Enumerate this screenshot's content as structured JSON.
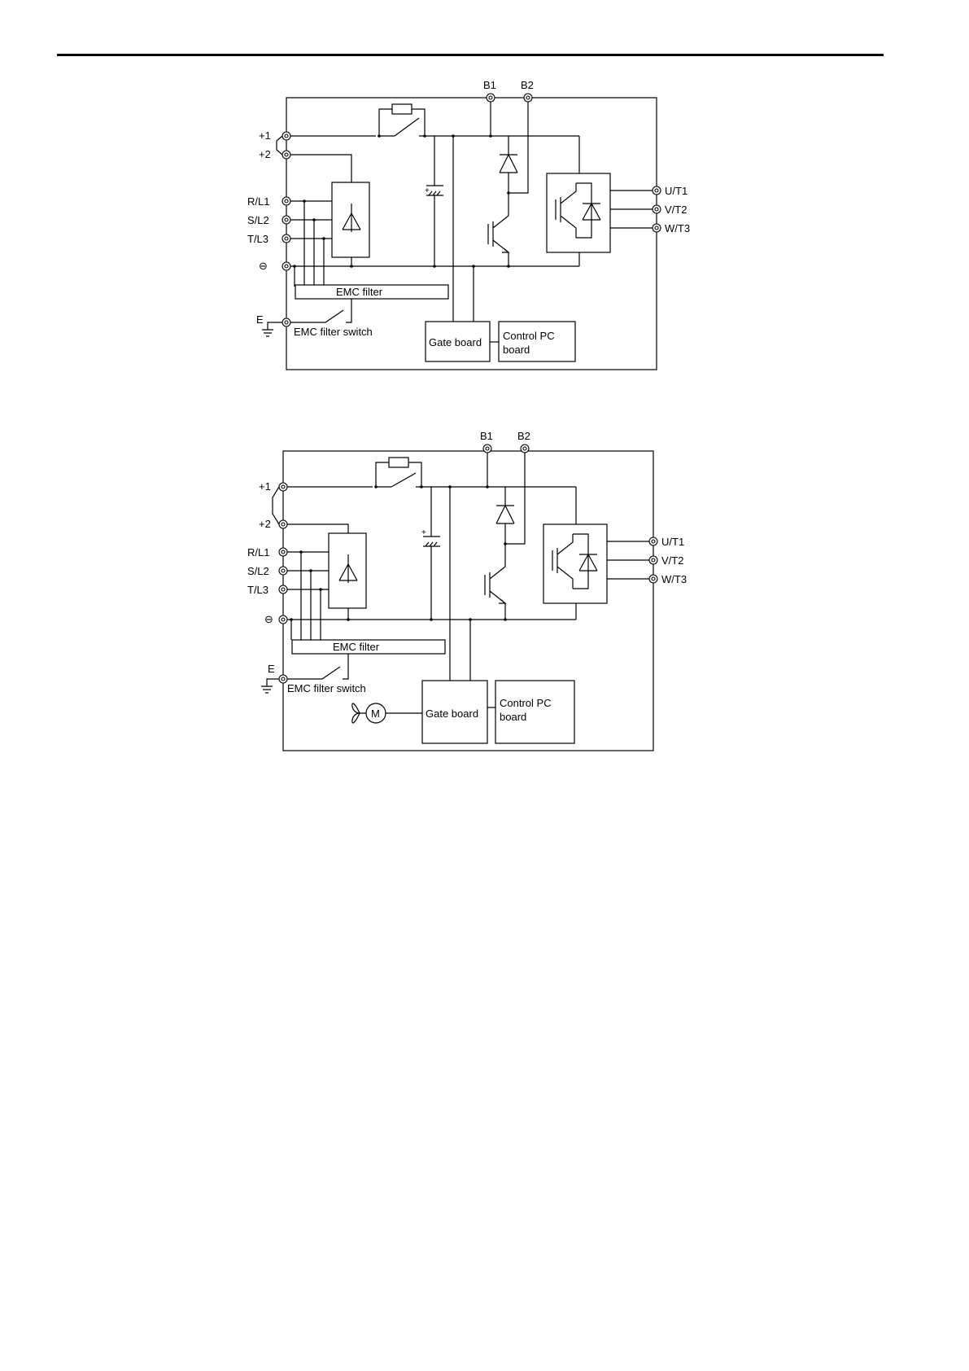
{
  "diagrams": [
    {
      "terminals_top": [
        "B1",
        "B2"
      ],
      "terminals_left": [
        "+1",
        "+2",
        "R/L1",
        "S/L2",
        "T/L3",
        "⊖"
      ],
      "terminals_right": [
        "U/T1",
        "V/T2",
        "W/T3"
      ],
      "ground_label": "E",
      "emc_filter": "EMC filter",
      "emc_filter_switch": "EMC filter switch",
      "gate_board": "Gate board",
      "control_board": [
        "Control PC",
        "board"
      ]
    },
    {
      "terminals_top": [
        "B1",
        "B2"
      ],
      "terminals_left": [
        "+1",
        "+2",
        "R/L1",
        "S/L2",
        "T/L3",
        "⊖"
      ],
      "terminals_right": [
        "U/T1",
        "V/T2",
        "W/T3"
      ],
      "ground_label": "E",
      "emc_filter": "EMC filter",
      "emc_filter_switch": "EMC filter switch",
      "gate_board": "Gate board",
      "control_board": [
        "Control PC",
        "board"
      ],
      "fan_motor": "M"
    }
  ]
}
